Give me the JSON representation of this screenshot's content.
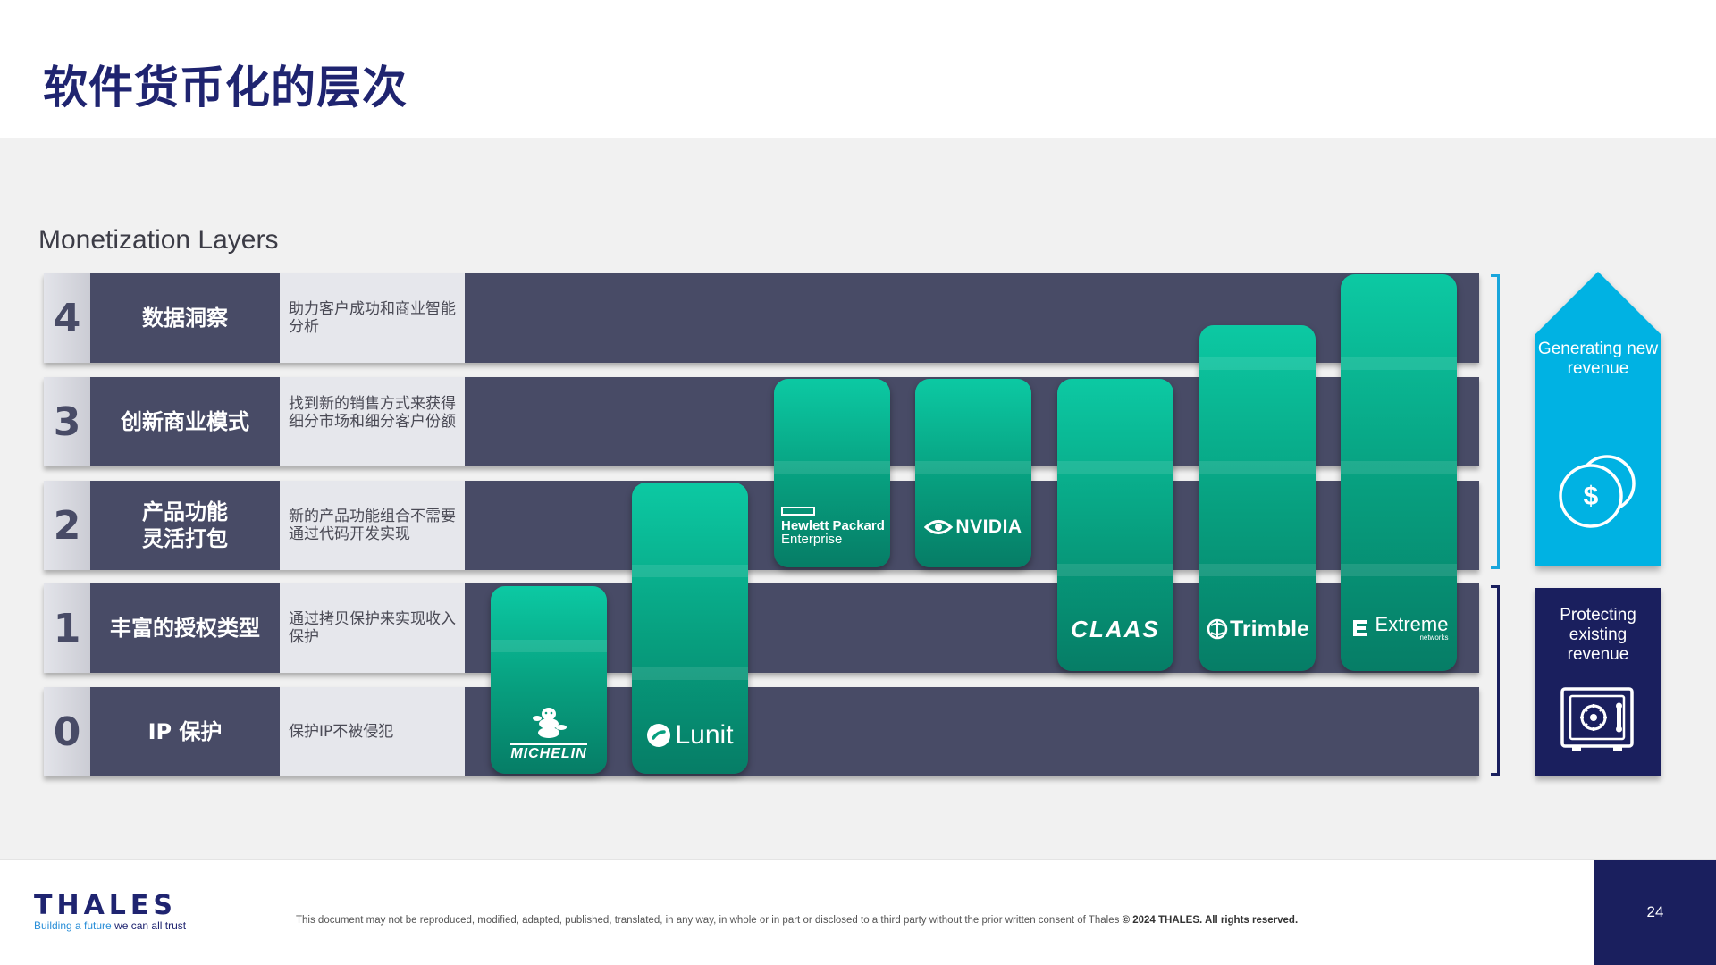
{
  "title": "软件货币化的层次",
  "panel_label": "Monetization Layers",
  "rows": [
    {
      "num": "4",
      "name": "数据洞察",
      "desc": "助力客户成功和商业智能分析"
    },
    {
      "num": "3",
      "name": "创新商业模式",
      "desc": "找到新的销售方式来获得细分市场和细分客户份额"
    },
    {
      "num": "2",
      "name": "产品功能\n灵活打包",
      "desc": "新的产品功能组合不需要通过代码开发实现"
    },
    {
      "num": "1",
      "name": "丰富的授权类型",
      "desc": "通过拷贝保护来实现收入保护"
    },
    {
      "num": "0",
      "name": "IP 保护",
      "desc": "保护IP不被侵犯"
    }
  ],
  "companies": [
    {
      "name": "MICHELIN",
      "top_layer": 1
    },
    {
      "name": "Lunit",
      "top_layer": 2
    },
    {
      "name": "Hewlett Packard",
      "name2": "Enterprise",
      "top_layer": 3
    },
    {
      "name": "NVIDIA",
      "top_layer": 3
    },
    {
      "name": "CLAAS",
      "top_layer": 3
    },
    {
      "name": "Trimble",
      "top_layer": 4
    },
    {
      "name": "Extreme",
      "sub": "networks",
      "top_layer": 4
    }
  ],
  "generating": {
    "text": "Generating new revenue",
    "color": "#00b2e3",
    "icon": "coins-dollar-icon",
    "symbol": "$"
  },
  "protecting": {
    "text": "Protecting\nexisting\nrevenue",
    "color": "#1a1f5e",
    "icon": "safe-icon"
  },
  "footer": {
    "brand": "THALES",
    "tagline_highlight": "Building a future",
    "tagline_rest": " we can all trust",
    "disclaimer": "This document may not be reproduced, modified, adapted, published, translated, in any way, in whole or in part or disclosed to a third party without the prior written consent of Thales",
    "copyright": "© 2024 THALES. All rights reserved.",
    "page_number": "24"
  }
}
